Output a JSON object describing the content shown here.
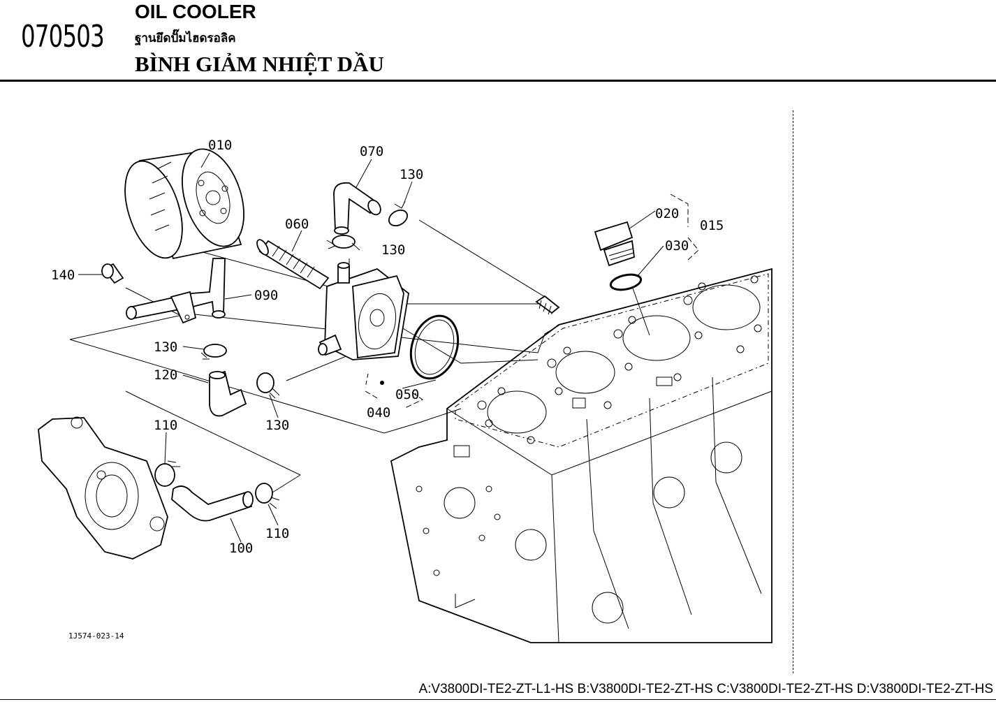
{
  "header": {
    "section_code": "070503",
    "title_en": "OIL COOLER",
    "title_th": "ฐานยึดปั๊มไฮดรอลิค",
    "title_vi": "BÌNH GIẢM NHIỆT DẦU"
  },
  "part_labels": {
    "p010": "010",
    "p015": "015",
    "p020": "020",
    "p030": "030",
    "p040": "040",
    "p050": "050",
    "p060": "060",
    "p070": "070",
    "p090": "090",
    "p100": "100",
    "p110a": "110",
    "p110b": "110",
    "p120": "120",
    "p130a": "130",
    "p130b": "130",
    "p130c": "130",
    "p130d": "130",
    "p140": "140"
  },
  "figure_id": "1J574-023-14",
  "footer": {
    "models": "A:V3800DI-TE2-ZT-L1-HS B:V3800DI-TE2-ZT-HS C:V3800DI-TE2-ZT-HS D:V3800DI-TE2-ZT-HS"
  }
}
